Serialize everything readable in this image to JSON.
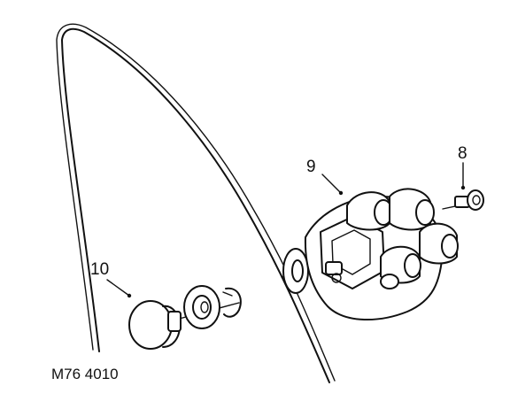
{
  "callouts": {
    "part_8": "8",
    "part_9": "9",
    "part_10": "10"
  },
  "figure_code": "M76 4010",
  "colors": {
    "ink": "#111111",
    "background": "#ffffff"
  }
}
